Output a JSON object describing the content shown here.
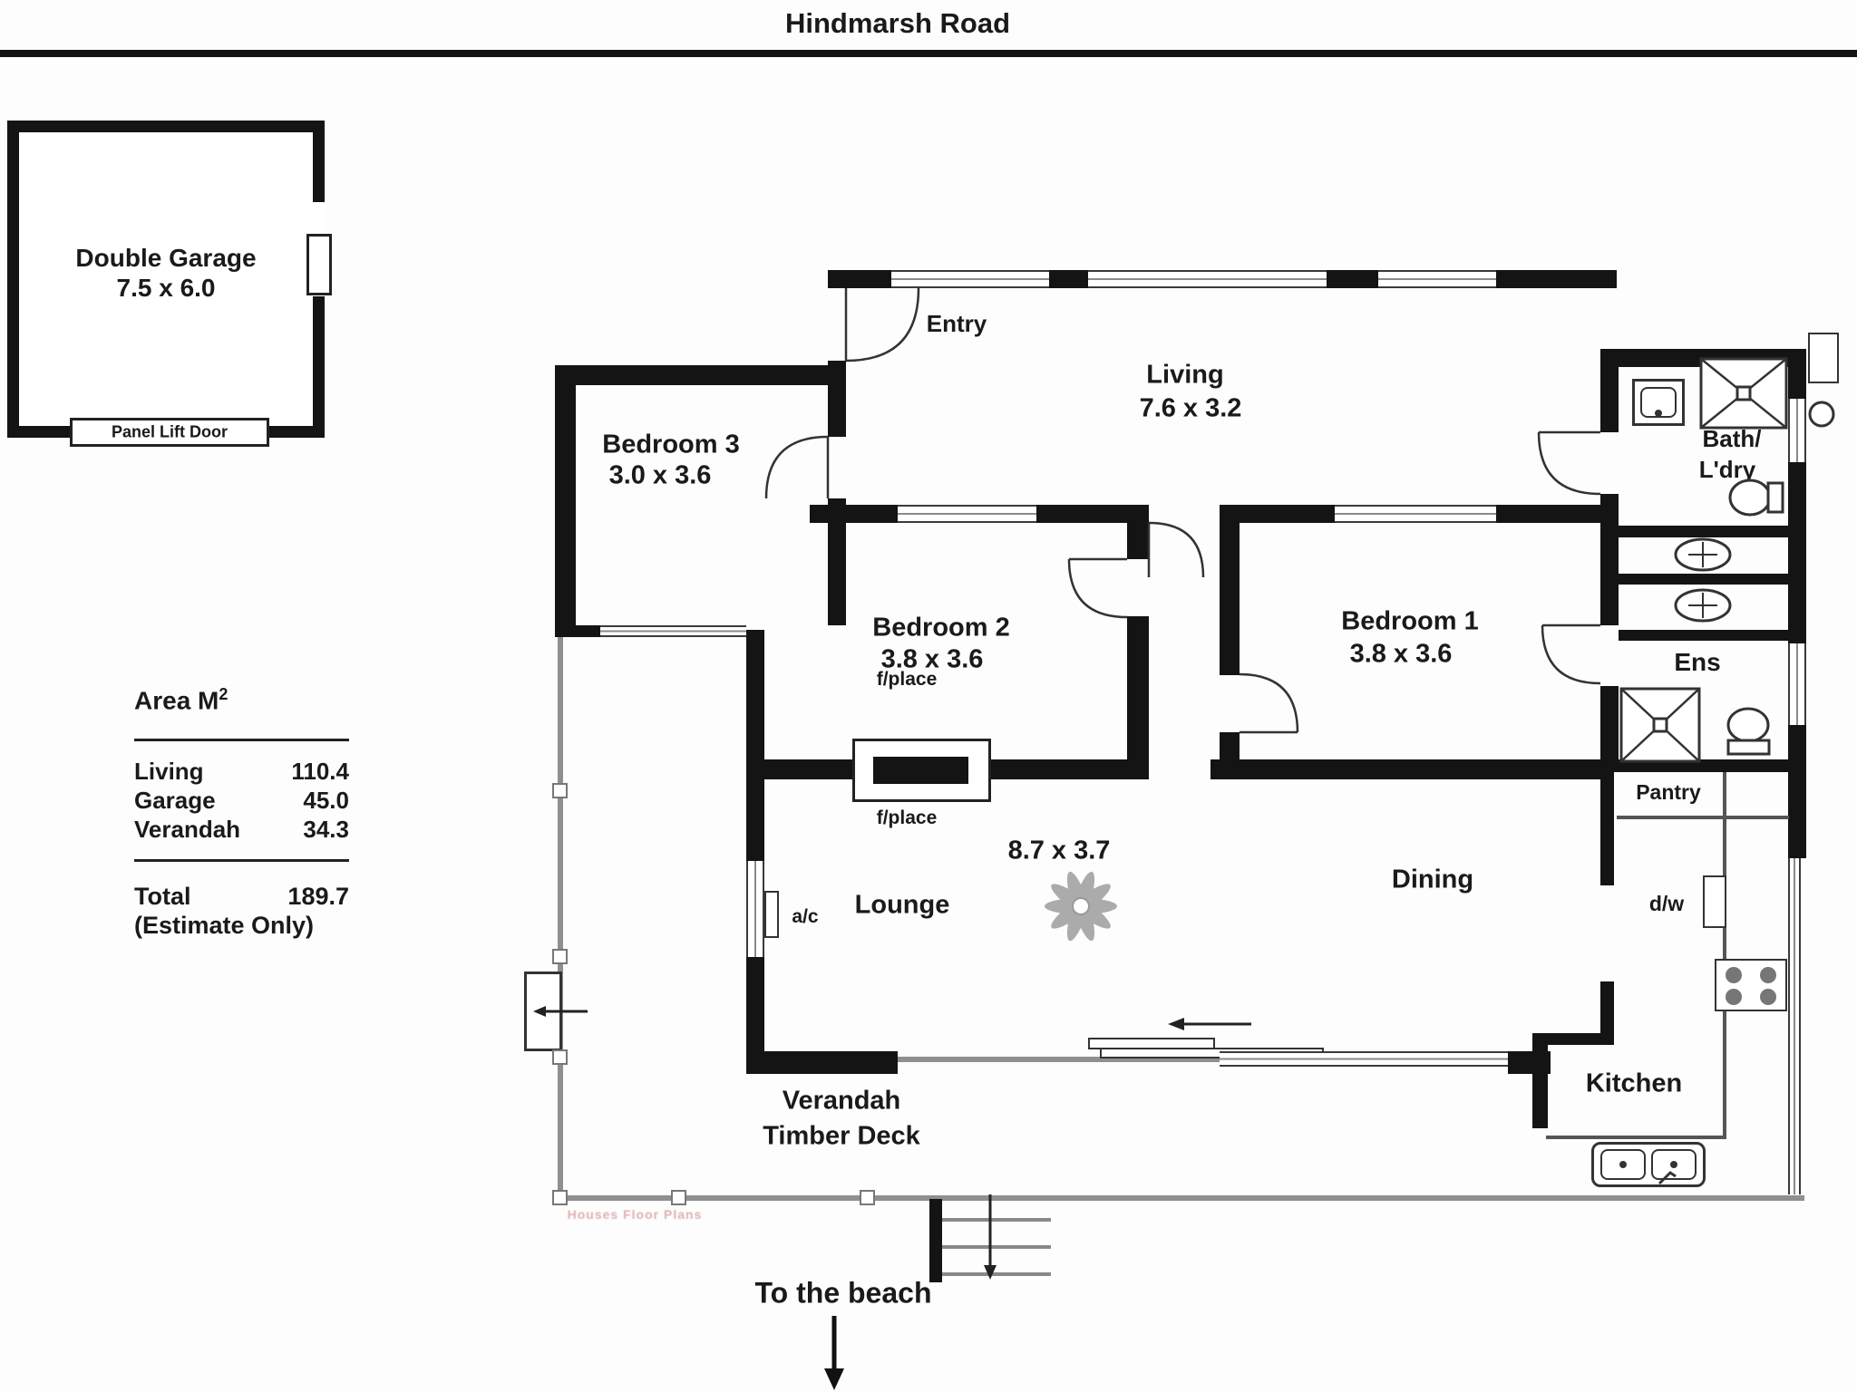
{
  "header": {
    "road": "Hindmarsh Road"
  },
  "garage": {
    "name": "Double Garage",
    "dims": "7.5 x 6.0",
    "door": "Panel Lift Door"
  },
  "area_table": {
    "heading": "Area M",
    "heading_sup": "2",
    "rows": [
      {
        "label": "Living",
        "value": "110.4"
      },
      {
        "label": "Garage",
        "value": "45.0"
      },
      {
        "label": "Verandah",
        "value": "34.3"
      }
    ],
    "total_label": "Total",
    "total_value": "189.7",
    "note": "(Estimate Only)"
  },
  "rooms": {
    "entry": "Entry",
    "living": {
      "name": "Living",
      "dims": "7.6 x 3.2"
    },
    "bedroom3": {
      "name": "Bedroom 3",
      "dims": "3.0 x 3.6"
    },
    "bedroom2": {
      "name": "Bedroom 2",
      "dims": "3.8 x 3.6"
    },
    "bedroom1": {
      "name": "Bedroom 1",
      "dims": "3.8 x 3.6"
    },
    "bath": {
      "line1": "Bath/",
      "line2": "L'dry"
    },
    "ens": "Ens",
    "pantry": "Pantry",
    "kitchen": "Kitchen",
    "lounge": "Lounge",
    "dining": "Dining",
    "open_area_dims": "8.7 x 3.7"
  },
  "fixtures": {
    "fireplace_top": "f/place",
    "fireplace_bottom": "f/place",
    "ac": "a/c",
    "dishwasher": "d/w"
  },
  "verandah": {
    "line1": "Verandah",
    "line2": "Timber Deck",
    "watermark": "Houses Floor Plans"
  },
  "footer": {
    "beach": "To the beach"
  },
  "colors": {
    "wall": "#141414",
    "thin_line": "#555555",
    "verandah_line": "#8f8f8f",
    "watermark": "#d9a3a3"
  }
}
